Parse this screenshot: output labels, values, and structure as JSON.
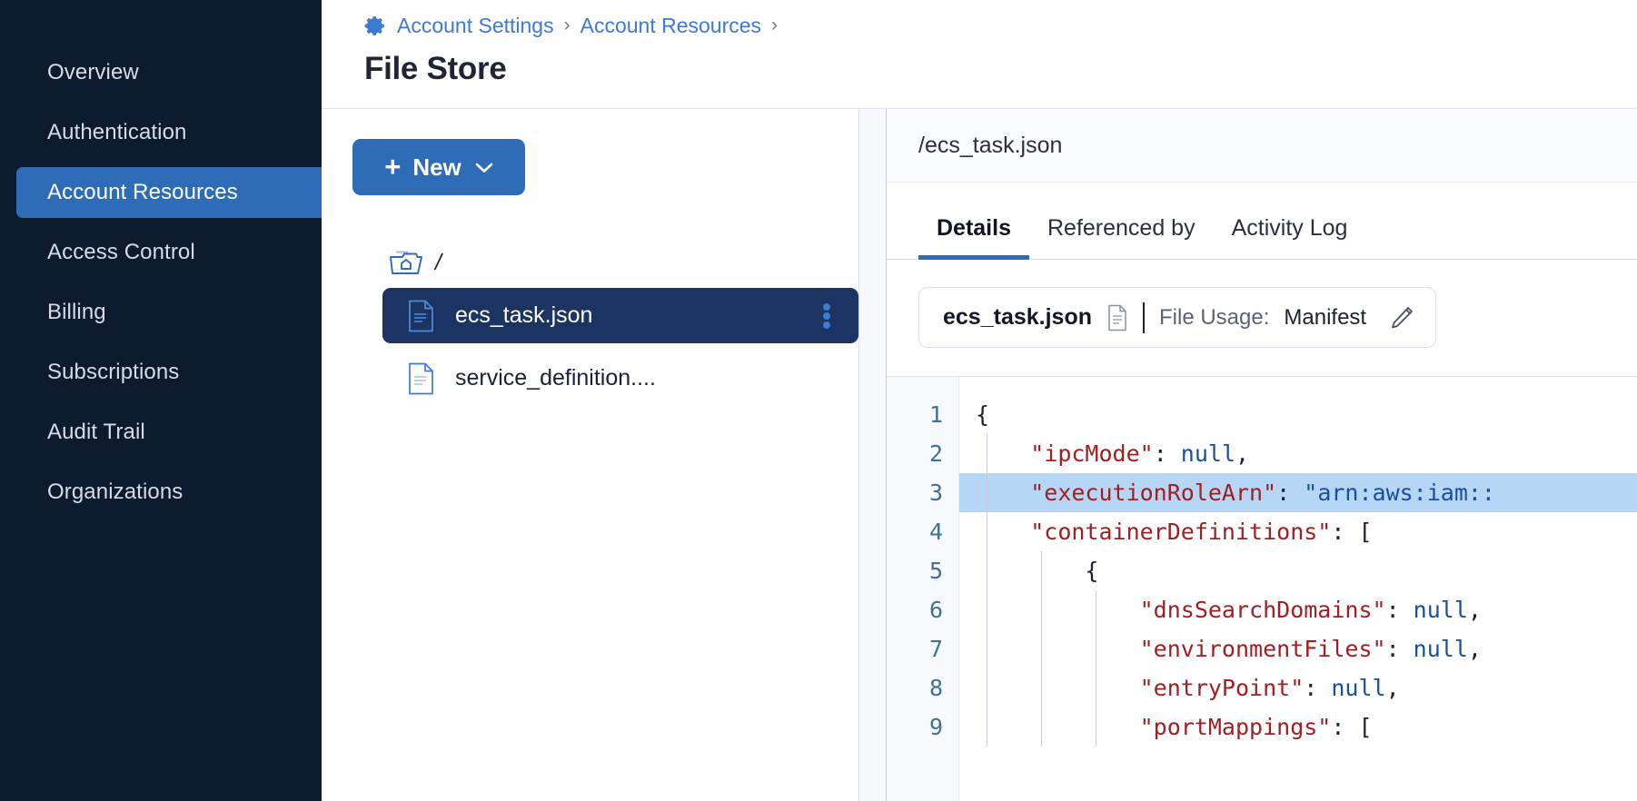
{
  "sidebar": {
    "items": [
      {
        "label": "Overview",
        "active": false
      },
      {
        "label": "Authentication",
        "active": false
      },
      {
        "label": "Account Resources",
        "active": true
      },
      {
        "label": "Access Control",
        "active": false
      },
      {
        "label": "Billing",
        "active": false
      },
      {
        "label": "Subscriptions",
        "active": false
      },
      {
        "label": "Audit Trail",
        "active": false
      },
      {
        "label": "Organizations",
        "active": false
      }
    ]
  },
  "header": {
    "breadcrumb": [
      {
        "label": "Account Settings"
      },
      {
        "label": "Account Resources"
      }
    ],
    "separator": "›",
    "title": "File Store",
    "gear_icon": "gear-icon",
    "link_color": "#3d7ad0"
  },
  "file_pane": {
    "new_button": {
      "label": "New",
      "plus": "+",
      "chevron_icon": "chevron-down-icon",
      "bg": "#2f6cb8"
    },
    "root": {
      "label": "/",
      "icon": "folder-home-icon"
    },
    "files": [
      {
        "name": "ecs_task.json",
        "selected": true,
        "icon": "file-document-icon",
        "menu_icon": "kebab-menu-icon"
      },
      {
        "name": "service_definition....",
        "selected": false,
        "icon": "file-document-icon"
      }
    ],
    "selected_bg": "#1b3462"
  },
  "detail": {
    "path": "/ecs_task.json",
    "tabs": [
      {
        "label": "Details",
        "active": true
      },
      {
        "label": "Referenced by",
        "active": false
      },
      {
        "label": "Activity Log",
        "active": false
      }
    ],
    "usage_card": {
      "file_name": "ecs_task.json",
      "file_icon": "file-document-icon",
      "usage_label": "File Usage:",
      "usage_value": "Manifest",
      "edit_icon": "pencil-edit-icon"
    },
    "editor": {
      "highlighted_line": 3,
      "lines": [
        {
          "num": "1",
          "indent": 0,
          "segments": [
            {
              "t": "{",
              "c": "brace"
            }
          ]
        },
        {
          "num": "2",
          "indent": 1,
          "segments": [
            {
              "t": "    ",
              "c": "punct"
            },
            {
              "t": "\"ipcMode\"",
              "c": "key"
            },
            {
              "t": ": ",
              "c": "punct"
            },
            {
              "t": "null",
              "c": "val"
            },
            {
              "t": ",",
              "c": "punct"
            }
          ]
        },
        {
          "num": "3",
          "indent": 1,
          "segments": [
            {
              "t": "    ",
              "c": "punct"
            },
            {
              "t": "\"executionRoleArn\"",
              "c": "key"
            },
            {
              "t": ": ",
              "c": "punct"
            },
            {
              "t": "\"arn:aws:iam::",
              "c": "val"
            }
          ]
        },
        {
          "num": "4",
          "indent": 1,
          "segments": [
            {
              "t": "    ",
              "c": "punct"
            },
            {
              "t": "\"containerDefinitions\"",
              "c": "key"
            },
            {
              "t": ": [",
              "c": "punct"
            }
          ]
        },
        {
          "num": "5",
          "indent": 2,
          "segments": [
            {
              "t": "        ",
              "c": "punct"
            },
            {
              "t": "{",
              "c": "brace"
            }
          ]
        },
        {
          "num": "6",
          "indent": 3,
          "segments": [
            {
              "t": "            ",
              "c": "punct"
            },
            {
              "t": "\"dnsSearchDomains\"",
              "c": "key"
            },
            {
              "t": ": ",
              "c": "punct"
            },
            {
              "t": "null",
              "c": "val"
            },
            {
              "t": ",",
              "c": "punct"
            }
          ]
        },
        {
          "num": "7",
          "indent": 3,
          "segments": [
            {
              "t": "            ",
              "c": "punct"
            },
            {
              "t": "\"environmentFiles\"",
              "c": "key"
            },
            {
              "t": ": ",
              "c": "punct"
            },
            {
              "t": "null",
              "c": "val"
            },
            {
              "t": ",",
              "c": "punct"
            }
          ]
        },
        {
          "num": "8",
          "indent": 3,
          "segments": [
            {
              "t": "            ",
              "c": "punct"
            },
            {
              "t": "\"entryPoint\"",
              "c": "key"
            },
            {
              "t": ": ",
              "c": "punct"
            },
            {
              "t": "null",
              "c": "val"
            },
            {
              "t": ",",
              "c": "punct"
            }
          ]
        },
        {
          "num": "9",
          "indent": 3,
          "segments": [
            {
              "t": "            ",
              "c": "punct"
            },
            {
              "t": "\"portMappings\"",
              "c": "key"
            },
            {
              "t": ": [",
              "c": "punct"
            }
          ]
        }
      ],
      "highlight_color": "#b6d6f6",
      "key_color": "#a11f22",
      "value_color": "#1a4fa0",
      "gutter_color": "#3e7395"
    }
  }
}
